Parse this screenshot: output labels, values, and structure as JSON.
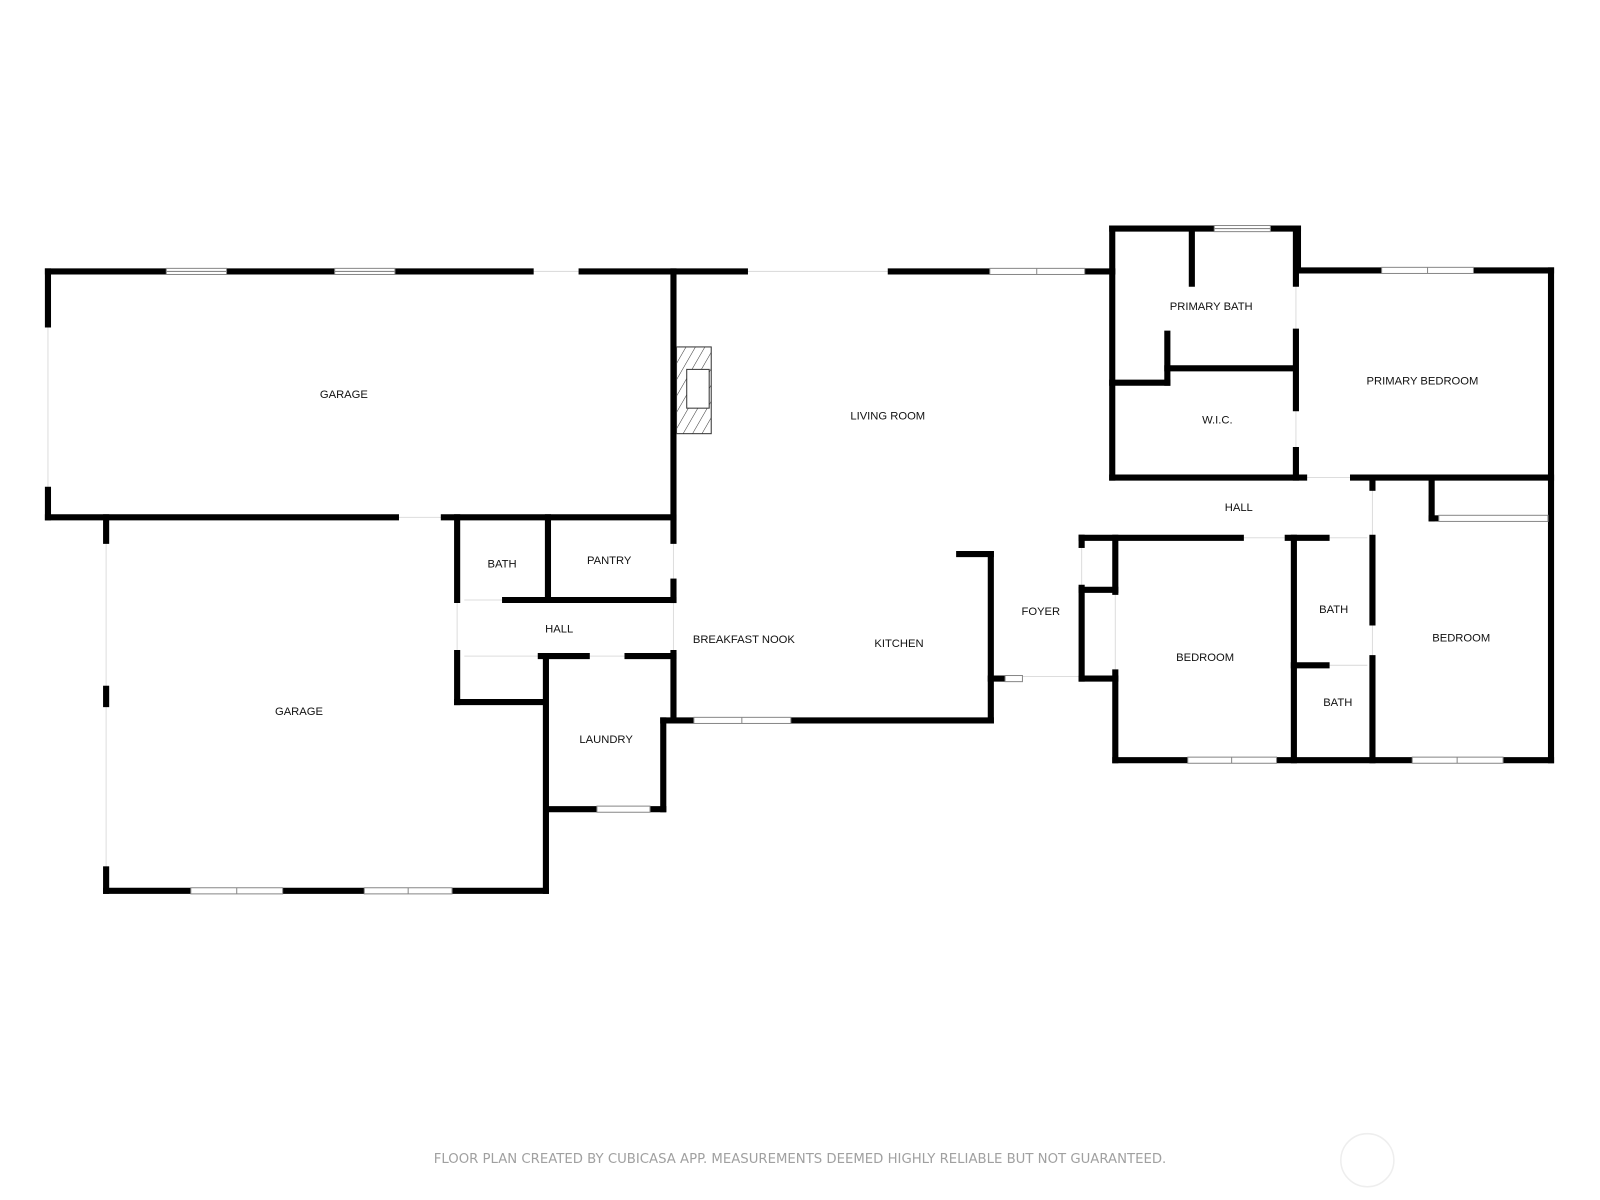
{
  "rooms": {
    "garage_top": "GARAGE",
    "garage_bottom": "GARAGE",
    "bath_left": "BATH",
    "pantry": "PANTRY",
    "hall_left": "HALL",
    "laundry": "LAUNDRY",
    "living_room": "LIVING ROOM",
    "breakfast_nook": "BREAKFAST NOOK",
    "kitchen": "KITCHEN",
    "foyer": "FOYER",
    "primary_bath": "PRIMARY BATH",
    "wic": "W.I.C.",
    "primary_bedroom": "PRIMARY BEDROOM",
    "hall_right": "HALL",
    "bedroom_middle": "BEDROOM",
    "bath_upper": "BATH",
    "bath_lower": "BATH",
    "bedroom_right": "BEDROOM"
  },
  "footer": {
    "disclaimer": "FLOOR PLAN CREATED BY CUBICASA APP. MEASUREMENTS DEEMED HIGHLY RELIABLE BUT NOT GUARANTEED."
  },
  "colors": {
    "wall": "#000000",
    "footer_text": "#a0a0a0"
  }
}
